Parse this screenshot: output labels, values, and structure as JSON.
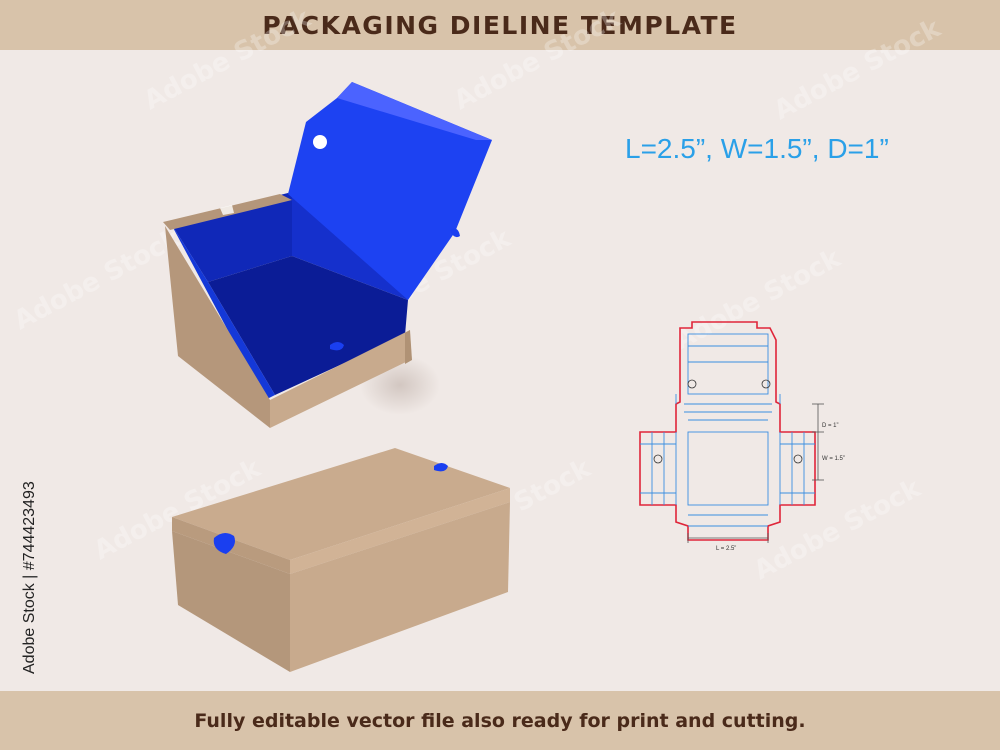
{
  "header": {
    "title": "PACKAGING DIELINE TEMPLATE"
  },
  "dimensions": {
    "text": "L=2.5”, W=1.5”, D=1”"
  },
  "dieline": {
    "depth_label": "D = 1”",
    "width_label": "W = 1.5”",
    "length_label": "L = 2.5”"
  },
  "watermark": {
    "text": "Adobe Stock"
  },
  "stock_id": {
    "text": "Adobe Stock | #744423493"
  },
  "footer": {
    "text": "Fully editable vector file also ready for print and cutting."
  },
  "colors": {
    "banner": "#d8c3aa",
    "banner_text": "#4a2a1a",
    "background": "#f0e9e6",
    "kraft": "#c4a689",
    "interior_blue": "#1a3ff0",
    "dimension_text": "#2aa0e8",
    "cut_line": "#e0263a",
    "fold_line": "#3a8ee0"
  }
}
